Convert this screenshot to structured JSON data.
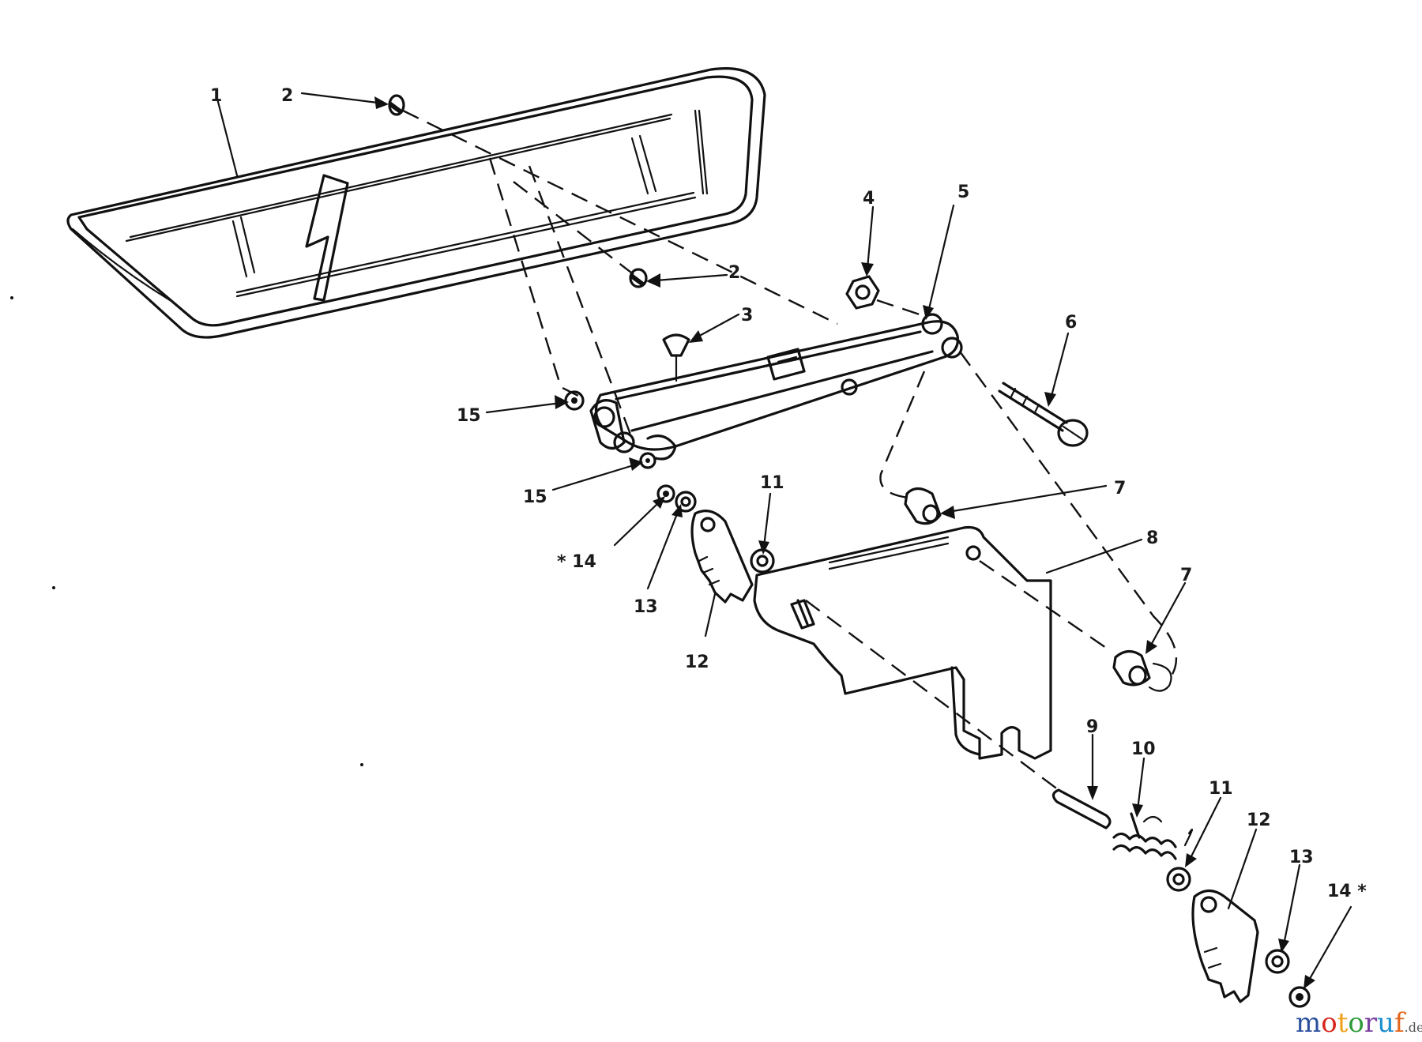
{
  "callouts": [
    {
      "id": "1",
      "text": "1"
    },
    {
      "id": "2a",
      "text": "2"
    },
    {
      "id": "2b",
      "text": "2"
    },
    {
      "id": "3",
      "text": "3"
    },
    {
      "id": "4",
      "text": "4"
    },
    {
      "id": "5",
      "text": "5"
    },
    {
      "id": "6",
      "text": "6"
    },
    {
      "id": "7a",
      "text": "7"
    },
    {
      "id": "7b",
      "text": "7"
    },
    {
      "id": "8",
      "text": "8"
    },
    {
      "id": "9",
      "text": "9"
    },
    {
      "id": "10",
      "text": "10"
    },
    {
      "id": "11a",
      "text": "11"
    },
    {
      "id": "11b",
      "text": "11"
    },
    {
      "id": "12a",
      "text": "12"
    },
    {
      "id": "12b",
      "text": "12"
    },
    {
      "id": "13a",
      "text": "13"
    },
    {
      "id": "13b",
      "text": "13"
    },
    {
      "id": "14a",
      "text": "* 14"
    },
    {
      "id": "14b",
      "text": "14 *"
    },
    {
      "id": "15a",
      "text": "15"
    },
    {
      "id": "15b",
      "text": "15"
    }
  ],
  "watermark": {
    "m": "m",
    "o1": "o",
    "t": "t",
    "o2": "o",
    "r": "r",
    "u": "u",
    "f": "f",
    "suffix": ".de",
    "colors": {
      "m": "#2a4f9c",
      "o1": "#d9251c",
      "t": "#f0a01a",
      "o2": "#2f9a3a",
      "r": "#7a3fa0",
      "u": "#1d8fcf",
      "f": "#e2661b",
      "suffix": "#555555"
    }
  }
}
